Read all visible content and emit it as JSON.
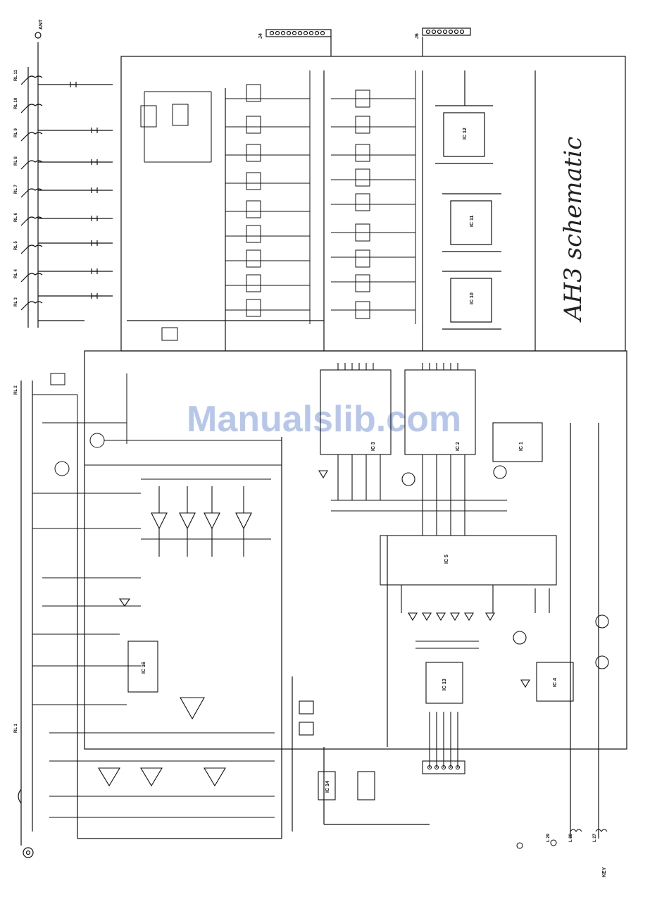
{
  "page_note": "AH3 schematic",
  "watermark": "Manualslib.com",
  "ports": {
    "antenna": "ANT",
    "j4": "J4",
    "j6": "J6"
  },
  "bottom_labels": {
    "key_label": "KEY",
    "bands": [
      "L 27",
      "L 28",
      "L 29"
    ]
  },
  "relays": [
    "RL 11",
    "RL 10",
    "RL 9",
    "RL 8",
    "RL 7",
    "RL 6",
    "RL 5",
    "RL 4",
    "RL 3",
    "RL 2",
    "RL 1"
  ],
  "ic_labels": {
    "ic1": "IC 1",
    "ic2": "IC 2",
    "ic3": "IC 3",
    "ic4": "IC 4",
    "ic5": "IC 5",
    "ic10": "IC 10",
    "ic11": "IC 11",
    "ic12": "IC 12",
    "ic13": "IC 13",
    "ic14": "IC 14",
    "ic16": "IC 16"
  },
  "colors": {
    "ink": "#111111",
    "watermark": "#9fb4e6"
  }
}
